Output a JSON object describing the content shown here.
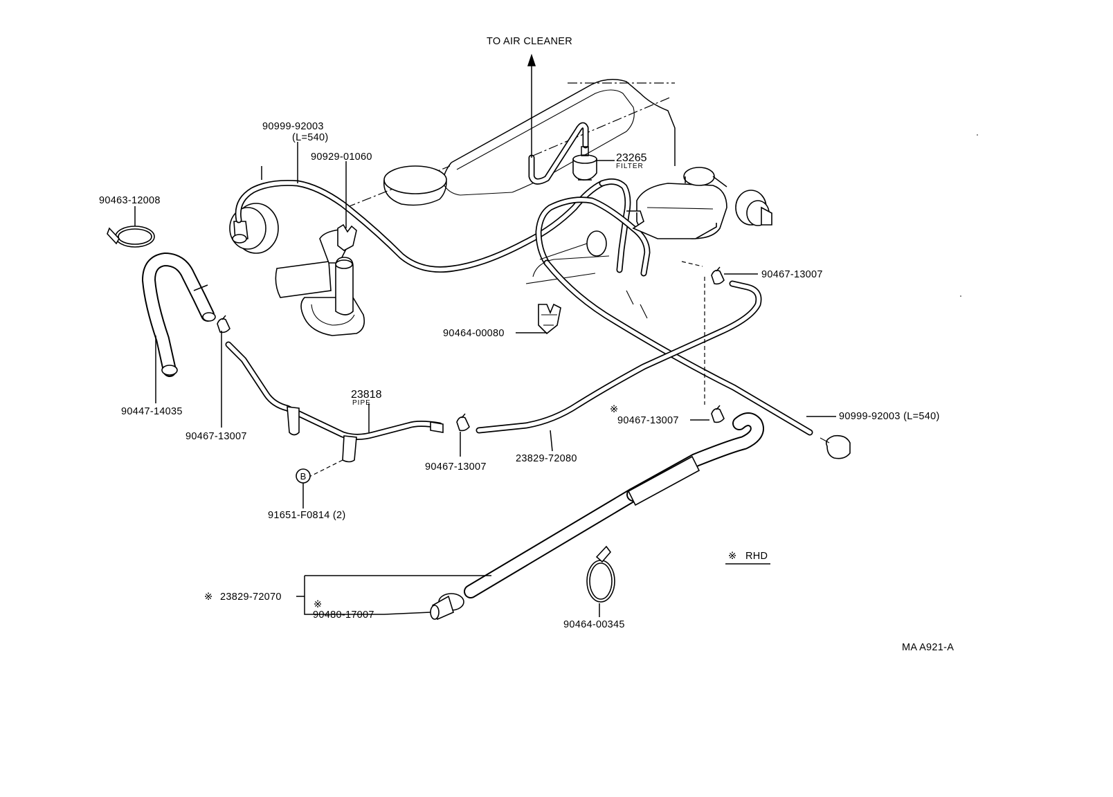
{
  "labels": {
    "air_cleaner": "TO AIR CLEANER",
    "hose_top": "90999-92003",
    "hose_top_len": "(L=540)",
    "valve_top": "90929-01060",
    "filter_part": "23265",
    "filter_name": "FILTER",
    "clamp_left": "90463-12008",
    "clamp_right_top": "90467-13007",
    "clip_mid": "90464-00080",
    "hose_left": "90447-14035",
    "clamp_left_small": "90467-13007",
    "pipe_part": "23818",
    "pipe_name": "PIPE",
    "clamp_rhd": "90467-13007",
    "hose_right": "90999-92003 (L=540)",
    "clamp_mid": "90467-13007",
    "hose_mid": "23829-72080",
    "bolt_marker": "B",
    "bolt": "91651-F0814 (2)",
    "rhd_note": "RHD",
    "hose_rhd": "23829-72070",
    "plug_rhd": "90480-17007",
    "clamp_bottom": "90464-00345",
    "diagram_code": "MA A921-A"
  }
}
